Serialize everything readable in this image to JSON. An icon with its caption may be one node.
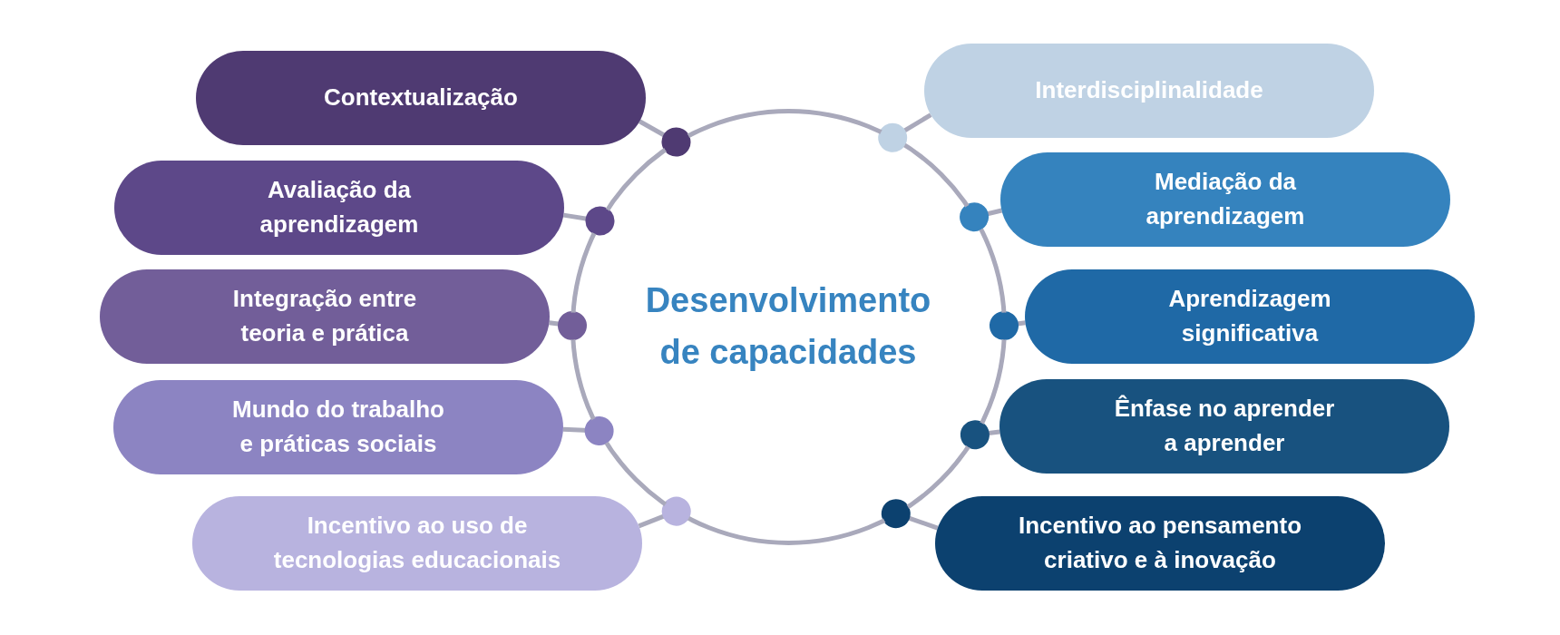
{
  "diagram": {
    "nodes": [
      {
        "text": [
          "Desenvolvimento de capacidades"
        ]
      },
      {
        "text": [
          "Contextualização"
        ]
      },
      {
        "text": [
          "Avaliação da aprendizagem"
        ]
      },
      {
        "text": [
          "Integração entre teoria e prática"
        ]
      },
      {
        "text": [
          "Mundo do trabalho e práticas sociais"
        ]
      },
      {
        "text": [
          "Incentivo ao uso de tecnologias educacionais"
        ]
      },
      {
        "text": [
          "Interdisciplinalidade"
        ]
      },
      {
        "text": [
          "Mediação da aprendizagem"
        ]
      },
      {
        "text": [
          "Aprendizagem significativa"
        ]
      },
      {
        "text": [
          "Ênfase no aprender a aprender"
        ]
      },
      {
        "text": [
          "Incentivo ao pensamento criativo e à inovação"
        ]
      }
    ],
    "edges": [
      {
        "from": 1,
        "to": 0,
        "arrow": "other"
      },
      {
        "from": 2,
        "to": 0,
        "arrow": "other"
      },
      {
        "from": 3,
        "to": 0,
        "arrow": "other"
      },
      {
        "from": 4,
        "to": 0,
        "arrow": "other"
      },
      {
        "from": 5,
        "to": 0,
        "arrow": "other"
      },
      {
        "from": 6,
        "to": 0,
        "arrow": "other"
      },
      {
        "from": 7,
        "to": 0,
        "arrow": "other"
      },
      {
        "from": 8,
        "to": 0,
        "arrow": "other"
      },
      {
        "from": 9,
        "to": 0,
        "arrow": "other"
      },
      {
        "from": 10,
        "to": 0,
        "arrow": "other"
      }
    ]
  }
}
